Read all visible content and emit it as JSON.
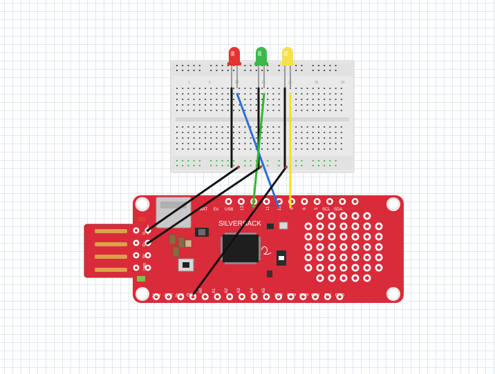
{
  "board": {
    "name": "SILVERBACK",
    "top_pins": [
      "BAT",
      "En",
      "USB",
      "13",
      "12",
      "11",
      "10",
      "9",
      "6",
      "5",
      "SCL",
      "SDA"
    ],
    "bottom_pins": [
      "RST",
      "3.3V",
      "ARF",
      "GND",
      "A0",
      "A1",
      "A2",
      "A3",
      "A4",
      "A5",
      "SCK",
      "MOSI",
      "MISO",
      "RX0",
      "TX1",
      "GND"
    ],
    "left_pins": [
      "D-",
      "D+",
      "5V",
      "GND"
    ],
    "pcb_color": "#d92b3a"
  },
  "breadboard": {
    "column_numbers": [
      "1",
      "5",
      "10",
      "15",
      "20",
      "25",
      "30"
    ]
  },
  "leds": [
    {
      "color": "red",
      "hex": "#e3342f"
    },
    {
      "color": "green",
      "hex": "#3cb84a"
    },
    {
      "color": "yellow",
      "hex": "#f7e14b"
    }
  ],
  "wire_colors": {
    "ground": "#111111",
    "red_led": "#2a6fd6",
    "green_led": "#2fb82f",
    "yellow_led": "#f2e21b"
  }
}
